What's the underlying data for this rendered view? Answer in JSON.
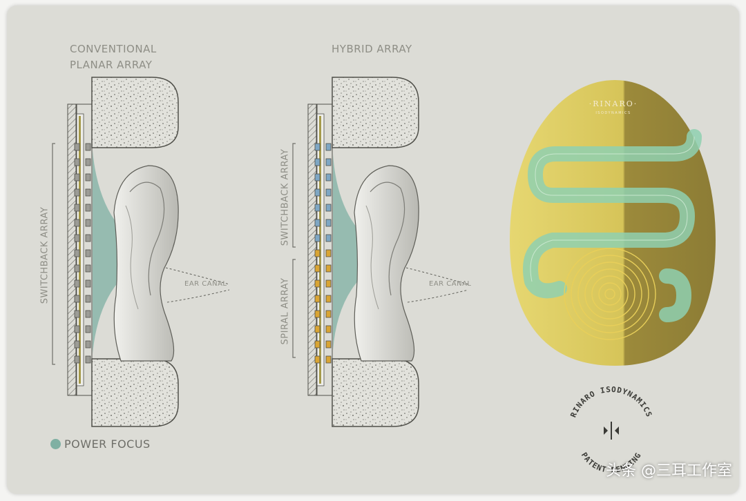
{
  "diagram": {
    "left_panel": {
      "title_line1": "CONVENTIONAL",
      "title_line2": "PLANAR ARRAY",
      "side_label": "SWITCHBACK ARRAY",
      "ear_label": "EAR CANAL"
    },
    "right_panel": {
      "title": "HYBRID ARRAY",
      "side_label_top": "SWITCHBACK ARRAY",
      "side_label_bottom": "SPIRAL ARRAY",
      "ear_label": "EAR CANAL"
    },
    "legend": {
      "label": "POWER FOCUS",
      "color": "#7fb0a3"
    }
  },
  "driver_badge": {
    "brand": "·RINARO·",
    "subtitle": "ISODYNAMICS"
  },
  "seal": {
    "top_text": "RINARO ISODYNAMICS",
    "bottom_text": "PATENT PENDING"
  },
  "watermark": "头条 @三耳工作室",
  "colors": {
    "background": "#dcdcd6",
    "power_focus": "#7fb0a3",
    "switchback_magnet": "#7ea7c4",
    "spiral_magnet": "#d9a534",
    "gold": "#c9b64a"
  }
}
